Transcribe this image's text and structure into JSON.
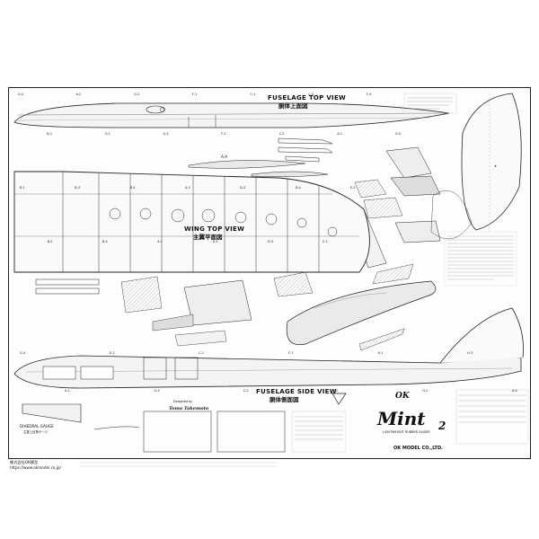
{
  "views": {
    "fuselage_top": {
      "en": "FUSELAGE TOP VIEW",
      "jp": "胴体上面図"
    },
    "wing_top": {
      "en": "WING TOP VIEW",
      "jp": "主翼平面図"
    },
    "fuselage_side": {
      "en": "FUSELAGE SIDE VIEW",
      "jp": "胴体側面図"
    }
  },
  "section_label": "A-A",
  "dihedral": {
    "en": "DIHEDRAL GAUGE",
    "jp": "主翼上反角ゲージ"
  },
  "designer": "Designed by",
  "designer_name": "Tomo Takemoto",
  "brand": {
    "prefix": "OK",
    "name": "Mint",
    "suffix": "2",
    "subtitle": "LIGHTWEIGHT RUBBER GLIDER",
    "company": "OK MODEL CO.,LTD."
  },
  "company_footer": {
    "name": "株式会社OK模型",
    "url": "https://www.okmodel.co.jp/"
  },
  "part_labels": {
    "top": [
      "G-4",
      "B-1",
      "A-2",
      "G-1",
      "G-2",
      "G-3",
      "F-1",
      "F-2",
      "C-1",
      "C-2",
      "C-3",
      "A-1",
      "F-4",
      "G-5"
    ],
    "wing": [
      "B-1",
      "B-2",
      "B-3",
      "B-4",
      "B-5",
      "A-1",
      "A-3",
      "D-1",
      "D-2",
      "D-3",
      "D-4",
      "E-1",
      "E-2"
    ],
    "side": [
      "G-4",
      "G-1",
      "G-2",
      "G-3",
      "C-1",
      "C-2",
      "F-1",
      "F-2",
      "H-1",
      "H-2",
      "H-3",
      "A-4"
    ]
  }
}
